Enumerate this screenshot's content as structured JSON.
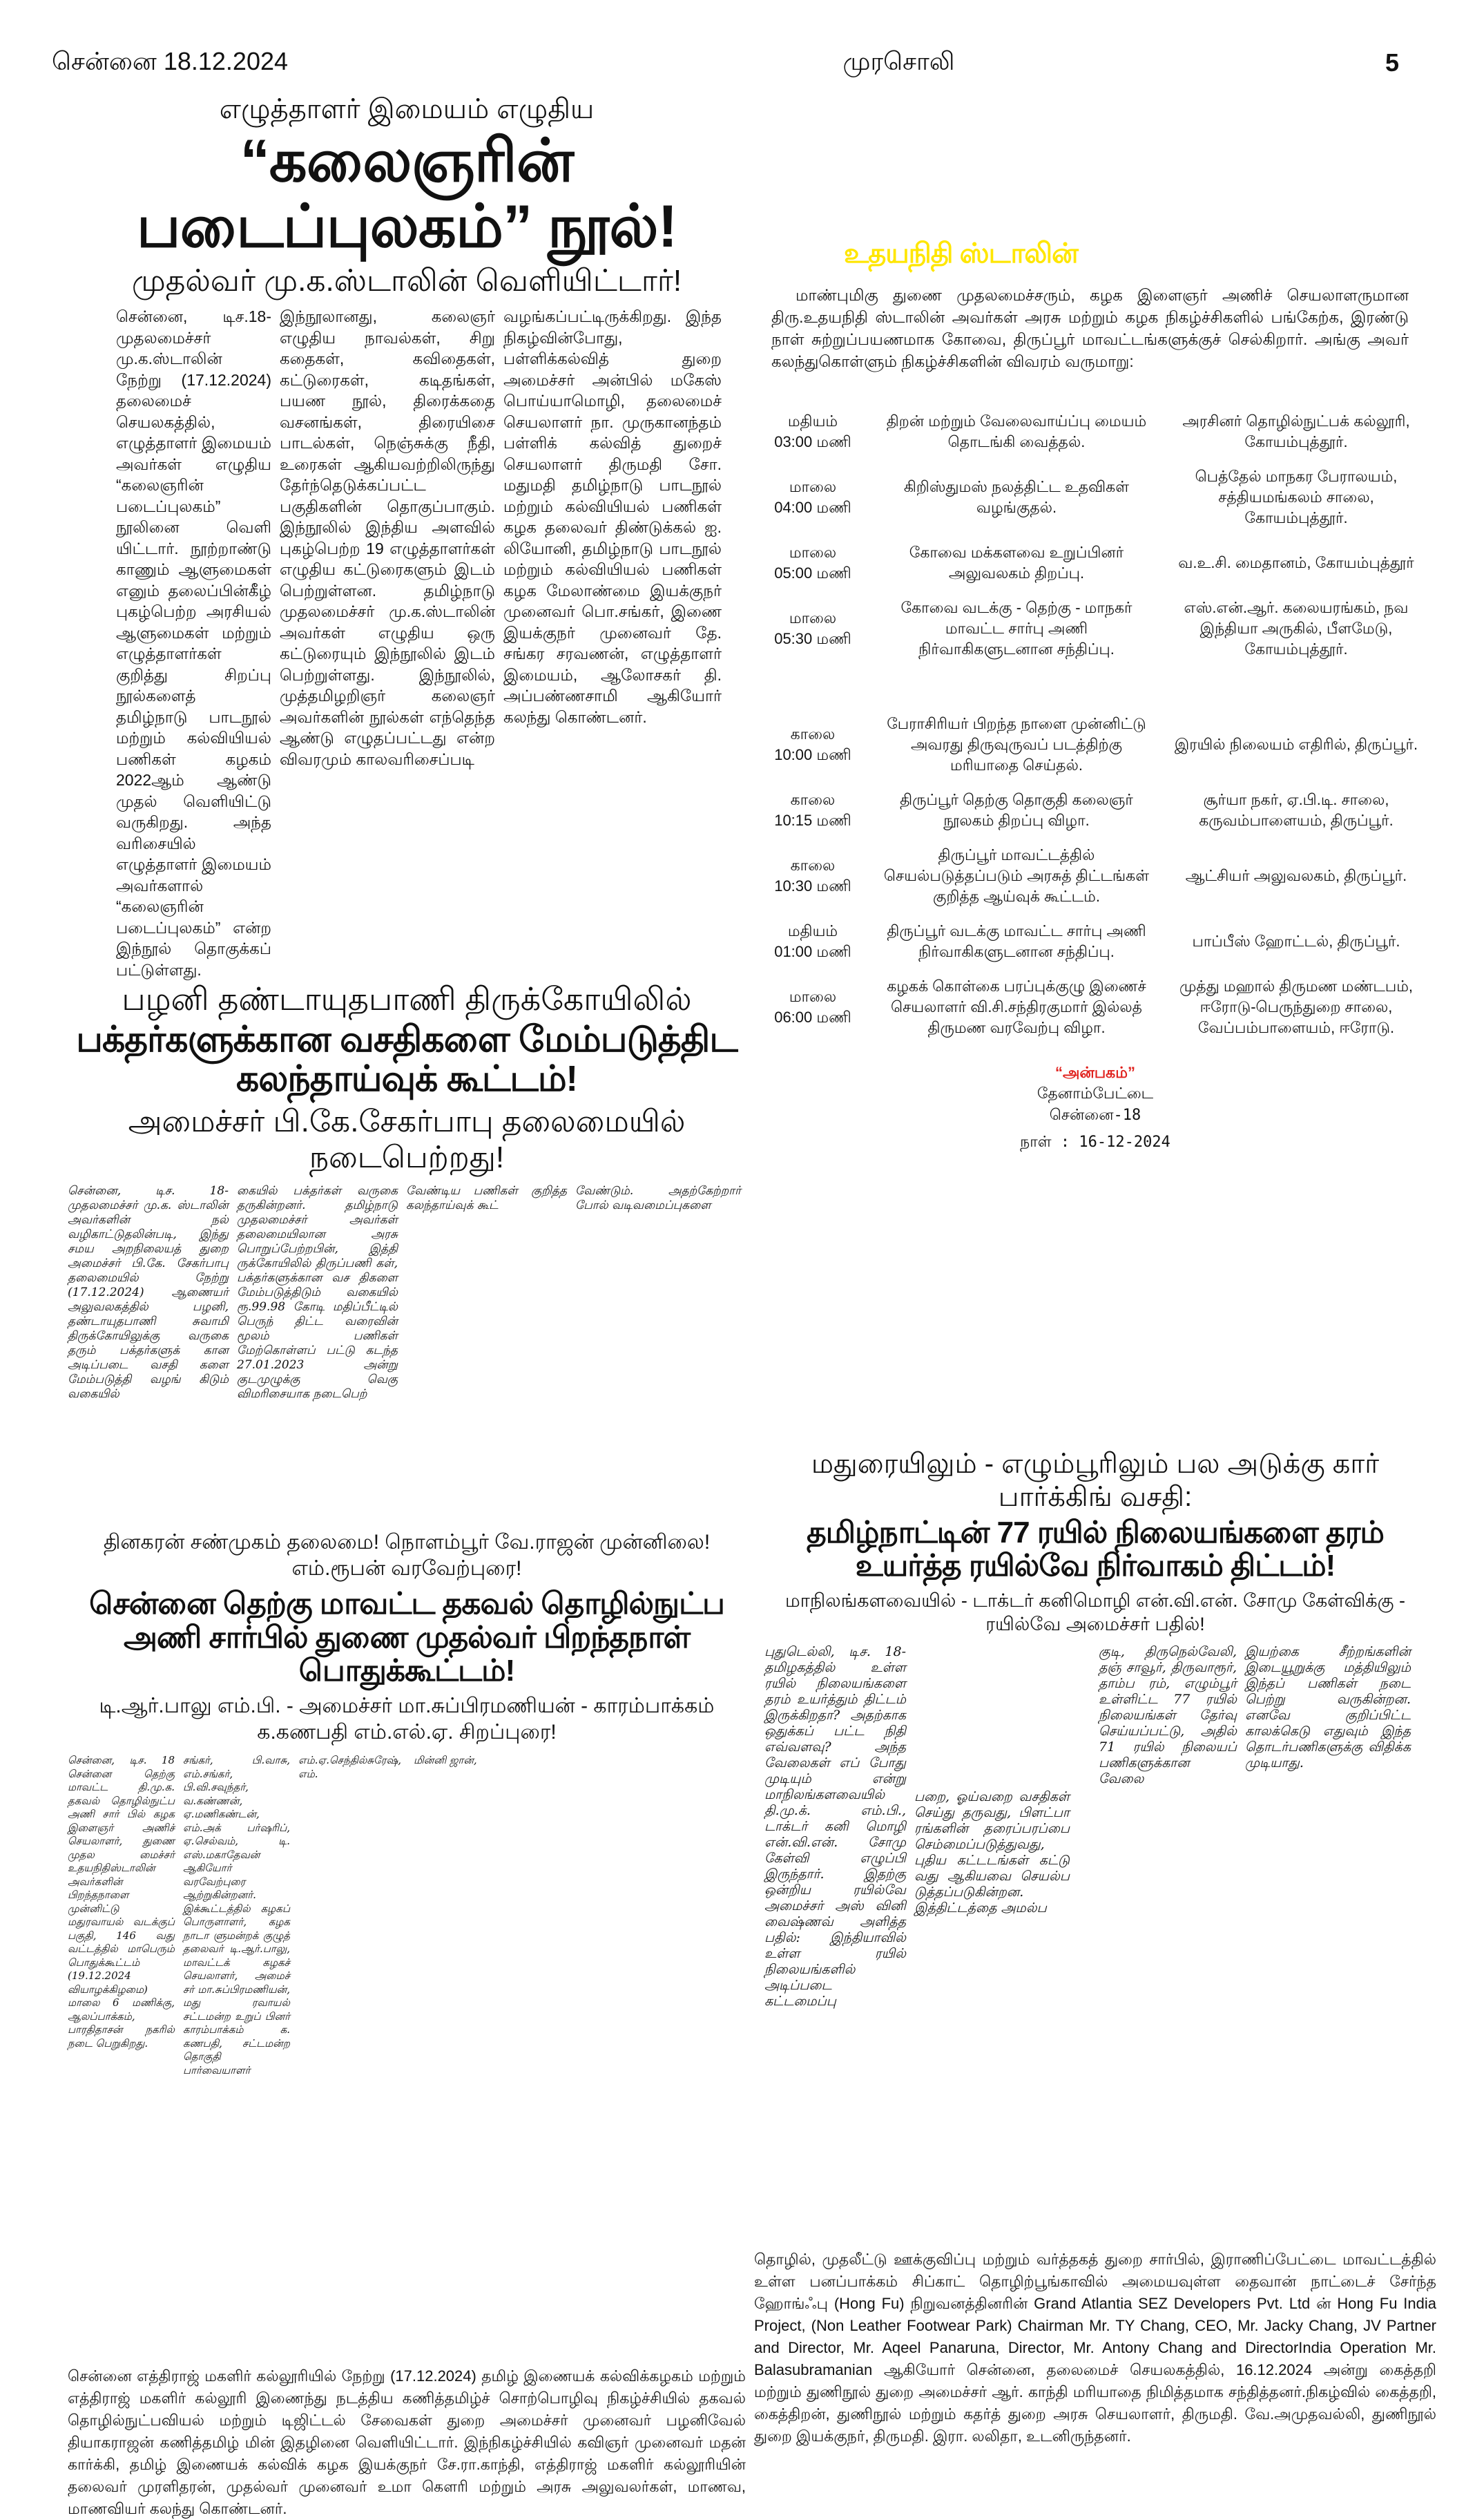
{
  "masthead": {
    "date_line": "சென்னை 18.12.2024",
    "paper_name": "முரசொலி",
    "page_number": "5"
  },
  "story1": {
    "kicker": "எழுத்தாளர் இமையம் எழுதிய",
    "headline": "“கலைஞரின் படைப்புலகம்” நூல்!",
    "subhead": "முதல்வர் மு.க.ஸ்டாலின் வெளியிட்டார்!",
    "columns": [
      "சென்னை, டிச.18- முதலமைச்சர் மு.க.ஸ்டாலின் நேற்று (17.12.2024) தலைமைச் செயலகத்தில், எழுத்தாளர் இமையம் அவர்கள் எழுதிய “கலைஞரின் படைப்புலகம்” நூலினை வெளி யிட்டார். நூற்றாண்டு காணும் ஆளுமைகள் எனும் தலைப்பின்கீழ் புகழ்பெற்ற அரசியல் ஆளுமைகள் மற்றும் எழுத்தாளர்கள் குறித்து சிறப்பு நூல்களைத் தமிழ்நாடு பாடநூல் மற்றும் கல்வியியல் பணிகள் கழகம் 2022ஆம் ஆண்டு முதல் வெளியிட்டு வருகிறது. அந்த வரிசையில் எழுத்தாளர் இமையம் அவர்களால் “கலைஞரின் படைப்புலகம்” என்ற இந்நூல் தொகுக்கப் பட்டுள்ளது.",
      "இந்நூலானது, கலைஞர் எழுதிய நாவல்கள், சிறு கதைகள், கவிதைகள், கட்டுரைகள், கடிதங்கள், பயண நூல், திரைக்கதை வசனங்கள், திரையிசை பாடல்கள், நெஞ்சுக்கு நீதி, உரைகள் ஆகியவற்றிலிருந்து தேர்ந்தெடுக்கப்பட்ட பகுதிகளின் தொகுப்பாகும். இந்நூலில் இந்திய அளவில் புகழ்பெற்ற 19 எழுத்தாளர்கள் எழுதிய கட்டுரைகளும் இடம் பெற்றுள்ளன. தமிழ்நாடு முதலமைச்சர் மு.க.ஸ்டாலின் அவர்கள் எழுதிய ஒரு கட்டுரையும் இந்நூலில் இடம் பெற்றுள்ளது. இந்நூலில், முத்தமிழறிஞர் கலைஞர் அவர்களின் நூல்கள் எந்தெந்த ஆண்டு எழுதப்பட்டது என்ற விவரமும் காலவரிசைப்படி",
      "வழங்கப்பட்டிருக்கிறது. இந்த நிகழ்வின்போது, பள்ளிக்கல்வித் துறை அமைச்சர் அன்பில் மகேஸ் பொய்யாமொழி, தலைமைச் செயலாளர் நா. முருகானந்தம் பள்ளிக் கல்வித் துறைச் செயலாளர் திருமதி சோ. மதுமதி தமிழ்நாடு பாடநூல் மற்றும் கல்வியியல் பணிகள் கழக தலைவர் திண்டுக்கல் ஐ. லியோனி, தமிழ்நாடு பாடநூல் மற்றும் கல்வியியல் பணிகள் கழக மேலாண்மை இயக்குநர் முனைவர் பொ.சங்கர், இணை இயக்குநர் முனைவர் தே. சங்கர சரவணன், எழுத்தாளர் இமையம், ஆலோசகர் தி. அப்பண்ணசாமி ஆகியோர் கலந்து கொண்டனர்."
    ]
  },
  "story2": {
    "kicker": "பழனி தண்டாயுதபாணி திருக்கோயிலில்",
    "headline": "பக்தர்களுக்கான வசதிகளை மேம்படுத்திட கலந்தாய்வுக் கூட்டம்!",
    "subhead": "அமைச்சர் பி.கே.சேகர்பாபு தலைமையில் நடைபெற்றது!",
    "columns": [
      "சென்னை, டிச. 18- முதலமைச்சர் மு.க. ஸ்டாலின் அவர்களின் நல் வழிகாட்டுதலின்படி, இந்து சமய அறநிலையத் துறை அமைச்சர் பி.கே. சேகர்பாபு தலைமையில் நேற்று (17.12.2024) ஆணையர் அலுவலகத்தில் பழனி, தண்டாயுதபாணி சுவாமி திருக்கோயிலுக்கு வருகை தரும் பக்தர்களுக் கான அடிப்படை வசதி களை மேம்படுத்தி வழங் கிடும் வகையில்",
      "கையில் பக்தர்கள் வருகை தருகின்றனர். தமிழ்நாடு முதலமைச்சர் அவர்கள் தலைமையிலான அரசு பொறுப்பேற்றபின், இத்தி ருக்கோயிலில் திருப்பணி கள், பக்தர்களுக்கான வச திகளை மேம்படுத்திடும் வகையில் ரூ.99.98 கோடி மதிப்பீட்டில் பெருந் திட்ட வரைவின் மூலம் பணிகள் மேற்கொள்ளப் பட்டு கடந்த 27.01.2023 அன்று குடமுழுக்கு வெகு விமரிசையாக நடைபெற்",
      "வேண்டிய பணிகள் குறித்த கலந்தாய்வுக் கூட்",
      "வேண்டும். அதற்கேற்றார் போல் வடிவமைப்புகளை"
    ]
  },
  "story3": {
    "kicker": "தினகரன் சண்முகம் தலைமை! நொளம்பூர் வே.ராஜன் முன்னிலை! எம்.ரூபன் வரவேற்புரை!",
    "headline": "சென்னை தெற்கு மாவட்ட தகவல் தொழில்நுட்ப அணி சார்பில் துணை முதல்வர் பிறந்தநாள் பொதுக்கூட்டம்!",
    "subhead": "டி.ஆர்.பாலு எம்.பி. - அமைச்சர் மா.சுப்பிரமணியன் - காரம்பாக்கம் க.கணபதி எம்.எல்.ஏ. சிறப்புரை!",
    "columns": [
      "சென்னை, டிச. 18 சென்னை தெற்கு மாவட்ட தி.மு.க. தகவல் தொழில்நுட்ப அணி சார் பில் கழக இளைஞர் அணிச் செயலாளர், துணை முதல மைச்சர் உதயநிதிஸ்டாலின் அவர்களின் பிறந்தநாளை முன்னிட்டு மதுரவாயல் வடக்குப் பகுதி, 146 வது வட்டத்தில் மாபெரும் பொதுக்கூட்டம் (19.12.2024 வியாழக்கிழமை) மாலை 6 மணிக்கு, ஆலப்பாக்கம், பாரதிதாசன் நகரில் நடை பெறுகிறது.",
      "சங்கர், பி.வாசு, எம்.சங்கர், பி.வி.சவுந்தர், வ.கண்ணன், ஏ.மணிகண்டன், எம்.அக் பர்ஷரிப், ஏ.செல்வம், டி. எஸ்.மகாதேவன் ஆகியோர் வரவேற்புரை ஆற்றுகின்றனர். இக்கூட்டத்தில் கழகப் பொருளாளர், கழக நாடா ளுமன்றக் குழுத் தலைவர் டி.ஆர்.பாலு, மாவட்டக் கழகச் செயலாளர், அமைச் சர் மா.சுப்பிரமணியன், மது ரவாயல் சட்டமன்ற உறுப் பினர் காரம்பாக்கம் க. கணபதி, சட்டமன்ற தொகுதி பார்வையாளர்",
      "எம்.ஏ.செந்தில்சுரேஷ், எம்.",
      "மின்னி ஜான்,"
    ]
  },
  "udhayanidhi": {
    "title": "உதயநிதி ஸ்டாலின்",
    "intro": "மாண்புமிகு துணை முதலமைச்சரும், கழக இளைஞர் அணிச் செயலாளருமான திரு.உதயநிதி ஸ்டாலின் அவர்கள் அரசு மற்றும் கழக நிகழ்ச்சிகளில் பங்கேற்க, இரண்டு நாள் சுற்றுப்பயணமாக கோவை, திருப்பூர் மாவட்டங்களுக்குச் செல்கிறார். அங்கு அவர் கலந்துகொள்ளும் நிகழ்ச்சிகளின் விவரம் வருமாறு:",
    "schedule": [
      {
        "period": "மதியம்",
        "time": "03:00 மணி",
        "event": "திறன் மற்றும் வேலைவாய்ப்பு மையம் தொடங்கி வைத்தல்.",
        "venue": "அரசினர் தொழில்நுட்பக் கல்லூரி, கோயம்புத்தூர்."
      },
      {
        "period": "மாலை",
        "time": "04:00 மணி",
        "event": "கிறிஸ்துமஸ் நலத்திட்ட உதவிகள் வழங்குதல்.",
        "venue": "பெத்தேல் மாநகர பேராலயம், சத்தியமங்கலம் சாலை, கோயம்புத்தூர்."
      },
      {
        "period": "மாலை",
        "time": "05:00 மணி",
        "event": "கோவை மக்களவை உறுப்பினர் அலுவலகம் திறப்பு.",
        "venue": "வ.உ.சி. மைதானம், கோயம்புத்தூர்"
      },
      {
        "period": "மாலை",
        "time": "05:30 மணி",
        "event": "கோவை வடக்கு - தெற்கு - மாநகர் மாவட்ட சார்பு அணி நிர்வாகிகளுடனான சந்திப்பு.",
        "venue": "எஸ்.என்.ஆர். கலையரங்கம், நவ இந்தியா அருகில், பீளமேடு, கோயம்புத்தூர்."
      },
      {
        "period": "காலை",
        "time": "10:00 மணி",
        "event": "பேராசிரியர் பிறந்த நாளை முன்னிட்டு அவரது திருவுருவப் படத்திற்கு மரியாதை செய்தல்.",
        "venue": "இரயில் நிலையம் எதிரில், திருப்பூர்."
      },
      {
        "period": "காலை",
        "time": "10:15 மணி",
        "event": "திருப்பூர் தெற்கு தொகுதி கலைஞர் நூலகம் திறப்பு விழா.",
        "venue": "சூர்யா நகர், ஏ.பி.டி. சாலை, கருவம்பாளையம், திருப்பூர்."
      },
      {
        "period": "காலை",
        "time": "10:30 மணி",
        "event": "திருப்பூர் மாவட்டத்தில் செயல்படுத்தப்படும் அரசுத் திட்டங்கள் குறித்த ஆய்வுக் கூட்டம்.",
        "venue": "ஆட்சியர் அலுவலகம், திருப்பூர்."
      },
      {
        "period": "மதியம்",
        "time": "01:00 மணி",
        "event": "திருப்பூர் வடக்கு மாவட்ட சார்பு அணி நிர்வாகிகளுடனான சந்திப்பு.",
        "venue": "பாப்பீஸ் ஹோட்டல், திருப்பூர்."
      },
      {
        "period": "மாலை",
        "time": "06:00 மணி",
        "event": "கழகக் கொள்கை பரப்புக்குழு இணைச் செயலாளர் வி.சி.சந்திரகுமார் இல்லத் திருமண வரவேற்பு விழா.",
        "venue": "முத்து மஹால் திருமண மண்டபம், ஈரோடு-பெருந்துறை சாலை, வேப்பம்பாளையம், ஈரோடு."
      }
    ],
    "signoff": {
      "name": "“அன்பகம்”",
      "area": "தேனாம்பேட்டை",
      "city": "சென்னை-18",
      "date": "நாள் : 16-12-2024"
    }
  },
  "rail": {
    "kicker": "மதுரையிலும் - எழும்பூரிலும் பல அடுக்கு கார் பார்க்கிங் வசதி:",
    "headline": "தமிழ்நாட்டின் 77 ரயில் நிலையங்களை தரம் உயர்த்த ரயில்வே நிர்வாகம் திட்டம்!",
    "subhead": "மாநிலங்களவையில் - டாக்டர் கனிமொழி என்.வி.என். சோமு கேள்விக்கு - ரயில்வே அமைச்சர் பதில்!",
    "columns": [
      "புதுடெல்லி, டிச. 18- தமிழகத்தில் உள்ள ரயில் நிலையங்களை தரம் உயர்த்தும் திட்டம் இருக்கிறதா? அதற்காக ஒதுக்கப் பட்ட நிதி எவ்வளவு? அந்த வேலைகள் எப் போது முடியும் என்று மாநிலங்களவையில் தி.மு.க். எம்.பி., டாக்டர் கனி மொழி என்.வி.என். சோமு கேள்வி எழுப்பி இருந்தார். இதற்கு ஒன்றிய ரயில்வே அமைச்சர் அஸ் வினி வைஷ்ணவ் அளித்த பதில்: இந்தியாவில் உள்ள ரயில் நிலையங்களில் அடிப்படை கட்டமைப்பு",
      "பறை, ஓய்வறை வசதிகள் செய்து தருவது, பிளட்பா ரங்களின் தரைப்பரப்பை செம்மைப்படுத்துவது, புதிய கட்டடங்கள் கட்டு வது ஆகியவை செயல்ப டுத்தப்படுகின்றன. இத்திட்டத்தை அமல்ப",
      "குடி, திருநெல்வேலி, தஞ் சாவூர், திருவாரூர், தாம்ப ரம், எழும்பூர் உள்ளிட்ட 77 ரயில் நிலையங்கள் தேர்வு செய்யப்பட்டு, அதில் 71 ரயில் நிலையப் பணிகளுக்கான வேலை",
      "இயற்கை சீற்றங்களின் இடையூறுக்கு மத்தியிலும் இந்தப் பணிகள் நடை பெற்று வருகின்றன. எனவே குறிப்பிட்ட காலக்கெடு எதுவும் இந்த தொடர்பணிகளுக்கு விதிக்க முடியாது."
    ]
  },
  "captions": {
    "ethiraj": "சென்னை எத்திராஜ் மகளிர் கல்லூரியில் நேற்று (17.12.2024) தமிழ் இணையக் கல்விக்கழகம் மற்றும் எத்திராஜ் மகளிர் கல்லூரி இணைந்து நடத்திய கணித்தமிழ்ச் சொற்பொழிவு நிகழ்ச்சியில் தகவல் தொழில்நுட்பவியல் மற்றும் டிஜிட்டல் சேவைகள் துறை அமைச்சர் முனைவர் பழனிவேல் தியாகராஜன் கணித்தமிழ் மின் இதழினை வெளியிட்டார். இந்நிகழ்ச்சியில் கவிஞர் முனைவர் மதன் கார்க்கி, தமிழ் இணையக் கல்விக் கழக இயக்குநர் சே.ரா.காந்தி, எத்திராஜ் மகளிர் கல்லூரியின் தலைவர் முரளிதரன், முதல்வர் முனைவர் உமா கௌரி மற்றும் அரசு அலுவலர்கள், மாணவ, மாணவியர் கலந்து கொண்டனர்.",
    "hongfu": "தொழில், முதலீட்டு ஊக்குவிப்பு மற்றும் வர்த்தகத் துறை சார்பில், இராணிப்பேட்டை மாவட்டத்தில் உள்ள பனப்பாக்கம் சிப்காட் தொழிற்பூங்காவில் அமையவுள்ள தைவான் நாட்டைச் சேர்ந்த ஹோங்ஃபு (Hong Fu) நிறுவனத்தினரின் Grand Atlantia SEZ Developers Pvt. Ltd ன் Hong Fu India Project, (Non Leather Footwear Park) Chairman Mr. TY Chang, CEO, Mr. Jacky Chang, JV Partner and Director, Mr. Aqeel Panaruna, Director, Mr. Antony Chang and DirectorIndia Operation Mr. Balasubramanian ஆகியோர் சென்னை, தலைமைச் செயலகத்தில், 16.12.2024 அன்று கைத்தறி மற்றும் துணிநூல் துறை அமைச்சர் ஆர். காந்தி மரியாதை நிமித்தமாக சந்தித்தனர்.நிகழ்வில் கைத்தறி, கைத்திறன், துணிநூல் மற்றும் கதர்த் துறை அரசு செயலாளர், திருமதி. வே.அமுதவல்லி, துணிநூல் துறை இயக்குநர், திருமதி. இரா. லலிதா, உடனிருந்தனர்."
  },
  "colors": {
    "title_yellow": "#ffe600",
    "signoff_red": "#e0201c"
  }
}
